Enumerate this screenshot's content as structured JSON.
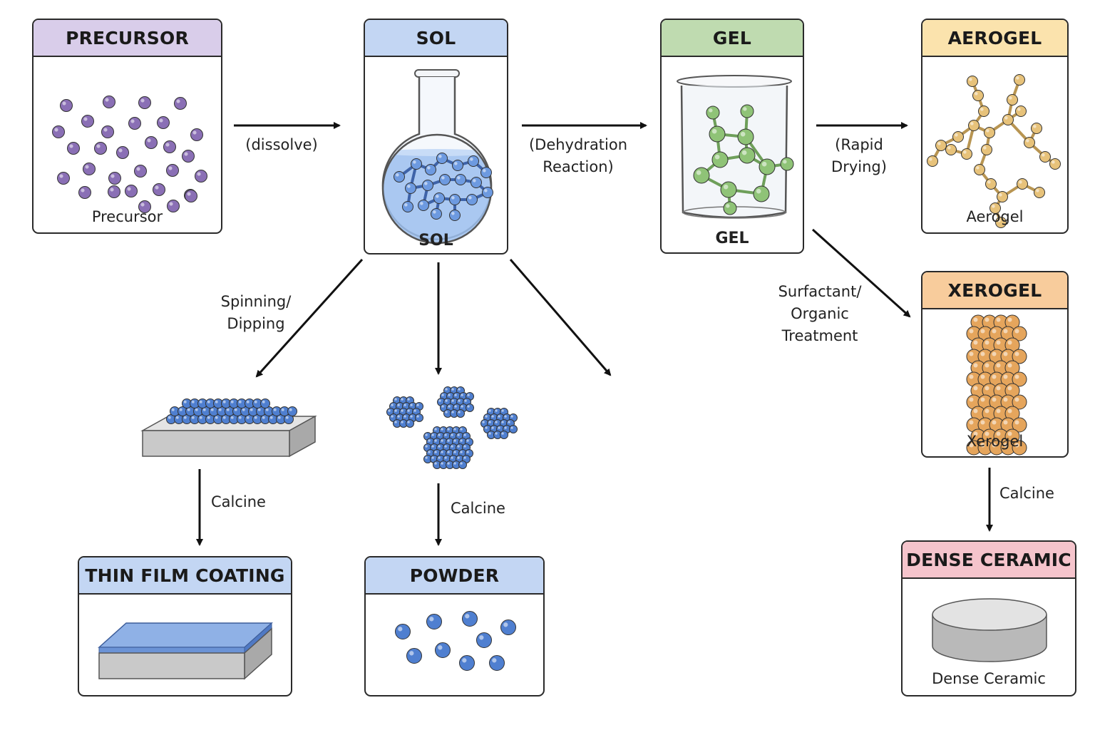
{
  "boxes": {
    "precursor": {
      "title": "PRECURSOR",
      "caption": "Precursor",
      "header_color": "#d9cdea"
    },
    "sol": {
      "title": "SOL",
      "caption": "SOL",
      "header_color": "#c3d6f3"
    },
    "gel": {
      "title": "GEL",
      "caption": "GEL",
      "header_color": "#bfdbb0"
    },
    "aerogel": {
      "title": "AEROGEL",
      "caption": "Aerogel",
      "header_color": "#fbe3ad"
    },
    "xerogel": {
      "title": "XEROGEL",
      "caption": "Xerogel",
      "header_color": "#f8cc9c"
    },
    "thin_film": {
      "title": "THIN FILM COATING",
      "header_color": "#c3d6f3"
    },
    "powder": {
      "title": "POWDER",
      "header_color": "#c3d6f3"
    },
    "dense_ceramic": {
      "title": "DENSE CERAMIC",
      "caption": "Dense Ceramic",
      "header_color": "#f5c4cc"
    }
  },
  "arrows": {
    "dissolve": "(dissolve)",
    "dehydration_1": "(Dehydration",
    "dehydration_2": "Reaction)",
    "rapid_1": "(Rapid",
    "rapid_2": "Drying)",
    "surfactant_1": "Surfactant/",
    "surfactant_2": "Organic",
    "surfactant_3": "Treatment",
    "spinning_1": "Spinning/",
    "spinning_2": "Dipping",
    "calcine_film": "Calcine",
    "calcine_powder": "Calcine",
    "calcine_xerogel": "Calcine"
  },
  "colors": {
    "precursor_particle": "#8a6fb5",
    "sol_liquid": "#9cc0ee",
    "blue_particle": "#4f7fd0",
    "gel_node": "#8fc377",
    "aerogel_node": "#e7c27a",
    "xerogel_node": "#e5a55c",
    "substrate": "#c9c9c9",
    "film": "#7fa6e4"
  }
}
